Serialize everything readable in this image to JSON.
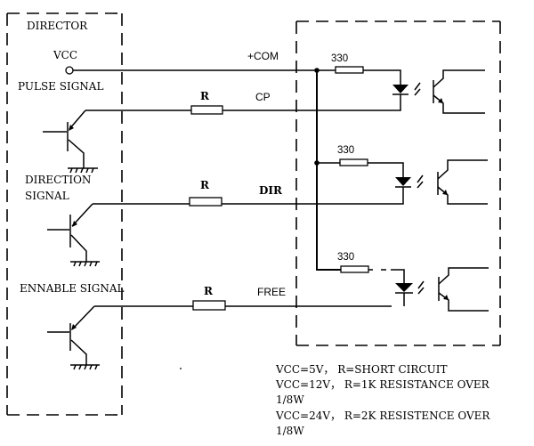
{
  "director_box": {
    "title": "DIRECTOR",
    "vcc_label": "VCC",
    "pulse_label": "PULSE SIGNAL",
    "direction_label_line1": "DIRECTION",
    "direction_label_line2": "SIGNAL",
    "enable_label": "ENNABLE SIGNAL"
  },
  "signals": {
    "com": "+COM",
    "cp": "CP",
    "dir": "DIR",
    "free": "FREE"
  },
  "series_resistor_label": "R",
  "driver_box": {
    "limit_resistor_label": "330",
    "channels": 3
  },
  "notes": [
    "VCC=5V， R=SHORT CIRCUIT",
    "VCC=12V， R=1K RESISTANCE OVER",
    "1/8W",
    "VCC=24V， R=2K RESISTENCE OVER",
    "1/8W"
  ]
}
